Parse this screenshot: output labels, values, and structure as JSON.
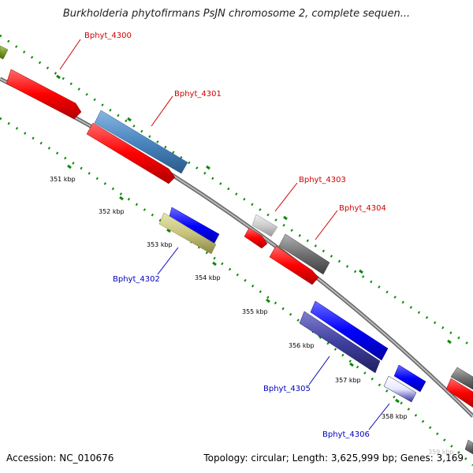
{
  "title": "Burkholderia phytofirmans PsJN chromosome 2, complete sequen...",
  "footer": {
    "accession_text": "Accession: NC_010676",
    "summary_text": "Topology: circular; Length: 3,625,999 bp; Genes: 3,169"
  },
  "scale_ticks": [
    "351 kbp",
    "352 kbp",
    "353 kbp",
    "354 kbp",
    "355 kbp",
    "356 kbp",
    "357 kbp",
    "358 kbp",
    "359 kbp"
  ],
  "genes": [
    {
      "id": "Bphyt_4300",
      "strand": "forward",
      "color": "#ff0000",
      "label_color": "#d00000"
    },
    {
      "id": "Bphyt_4301",
      "strand": "forward",
      "color": "#ff0000",
      "label_color": "#d00000"
    },
    {
      "id": "Bphyt_4302",
      "strand": "reverse",
      "color": "#c8c47c",
      "label_color": "#0000c0"
    },
    {
      "id": "Bphyt_4303",
      "strand": "forward",
      "color": "#ff0000",
      "label_color": "#d00000"
    },
    {
      "id": "Bphyt_4304",
      "strand": "forward",
      "color": "#ff0000",
      "label_color": "#d00000"
    },
    {
      "id": "Bphyt_4305",
      "strand": "reverse",
      "color": "#4040a0",
      "label_color": "#0000c0"
    },
    {
      "id": "Bphyt_4306",
      "strand": "reverse",
      "color": "#ffffff",
      "label_color": "#0000c0"
    }
  ],
  "colors": {
    "forward_gene": "#ff0000",
    "reverse_gene_blue": "#0000ff",
    "cog_steelblue": "#4a86c0",
    "cog_khaki": "#c8c47c",
    "cog_navy": "#4040a0",
    "cog_gray": "#707070",
    "cog_olive": "#7a9a2a",
    "backbone": "#8a8a8a",
    "dotted_track": "#0a8a0a",
    "label_forward": "#d00000",
    "label_reverse": "#0000c0"
  }
}
